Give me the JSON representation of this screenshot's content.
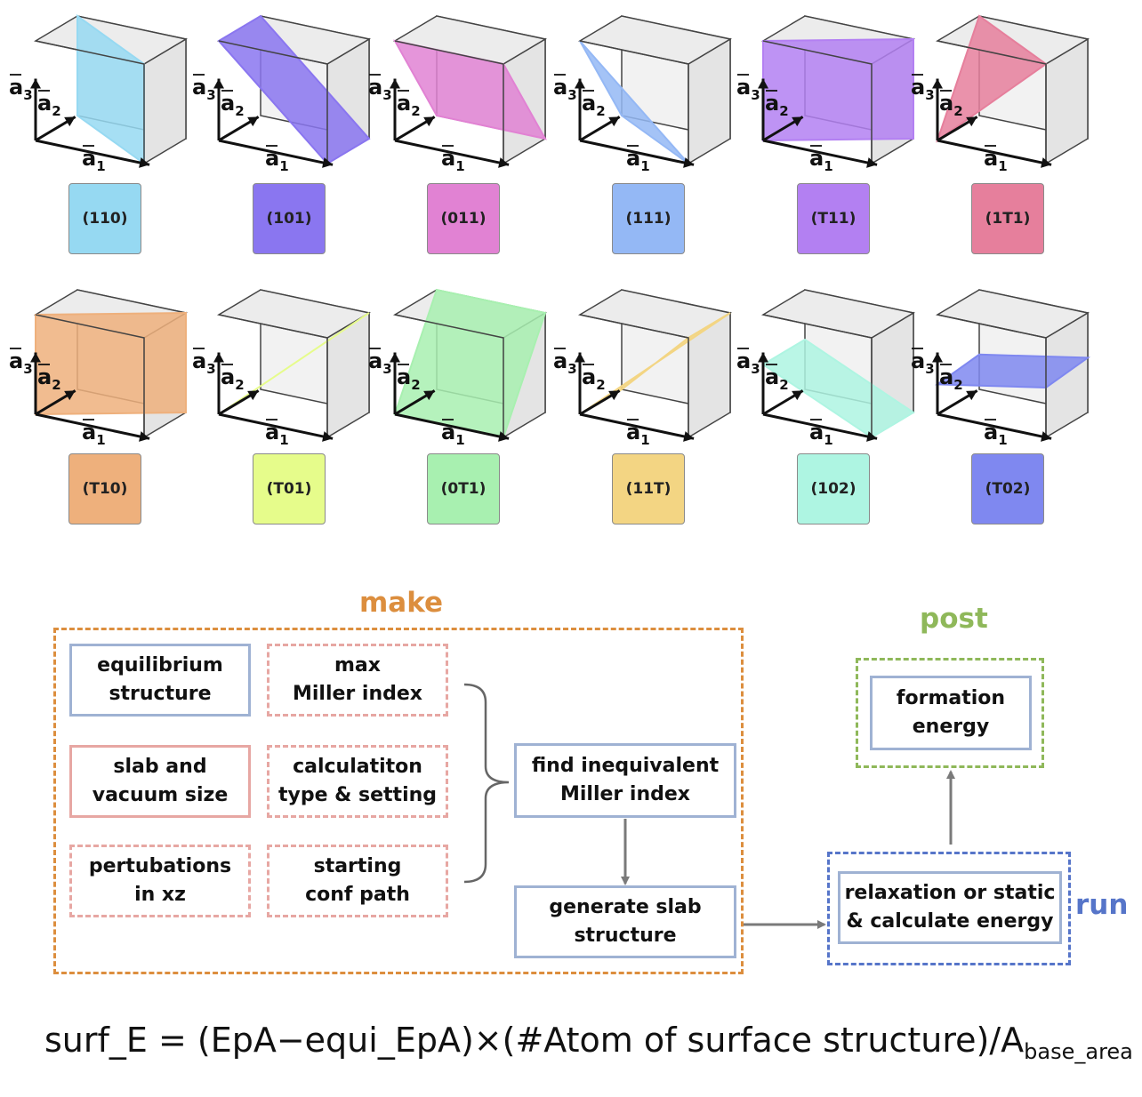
{
  "planes": [
    {
      "label": "(110)",
      "color": "#96d9f2"
    },
    {
      "label": "(101)",
      "color": "#8a76f0"
    },
    {
      "label": "(011)",
      "color": "#e182d3"
    },
    {
      "label": "(111)",
      "color": "#94b8f5"
    },
    {
      "label": "(T11)",
      "color": "#b380f2"
    },
    {
      "label": "(1T1)",
      "color": "#e67f9c"
    },
    {
      "label": "(T10)",
      "color": "#eeb07c"
    },
    {
      "label": "(T01)",
      "color": "#e6fc8b"
    },
    {
      "label": "(0T1)",
      "color": "#a8f0b0"
    },
    {
      "label": "(11T)",
      "color": "#f3d583"
    },
    {
      "label": "(102)",
      "color": "#aef5e2"
    },
    {
      "label": "(T02)",
      "color": "#7f88f0"
    }
  ],
  "axes": {
    "a1": "a",
    "a2": "a",
    "a3": "a",
    "sub1": "1",
    "sub2": "2",
    "sub3": "3"
  },
  "workflow": {
    "make": {
      "title": "make",
      "equilibrium": "equilibrium\nstructure",
      "max_miller": "max\nMiller index",
      "slab_vacuum": "slab and\nvacuum size",
      "calc_type": "calculatiton\ntype & setting",
      "perturbations": "pertubations\nin xz",
      "starting_conf": "starting\nconf path",
      "find_miller": "find inequivalent\nMiller index",
      "generate_slab": "generate slab\nstructure"
    },
    "run": {
      "title": "run",
      "relaxation": "relaxation or static\n& calculate energy"
    },
    "post": {
      "title": "post",
      "formation": "formation\nenergy"
    }
  },
  "formula": {
    "lhs": "surf_E = (EpA−equi_EpA)×(#Atom of surface structure)/A",
    "subscript": "base_area"
  }
}
